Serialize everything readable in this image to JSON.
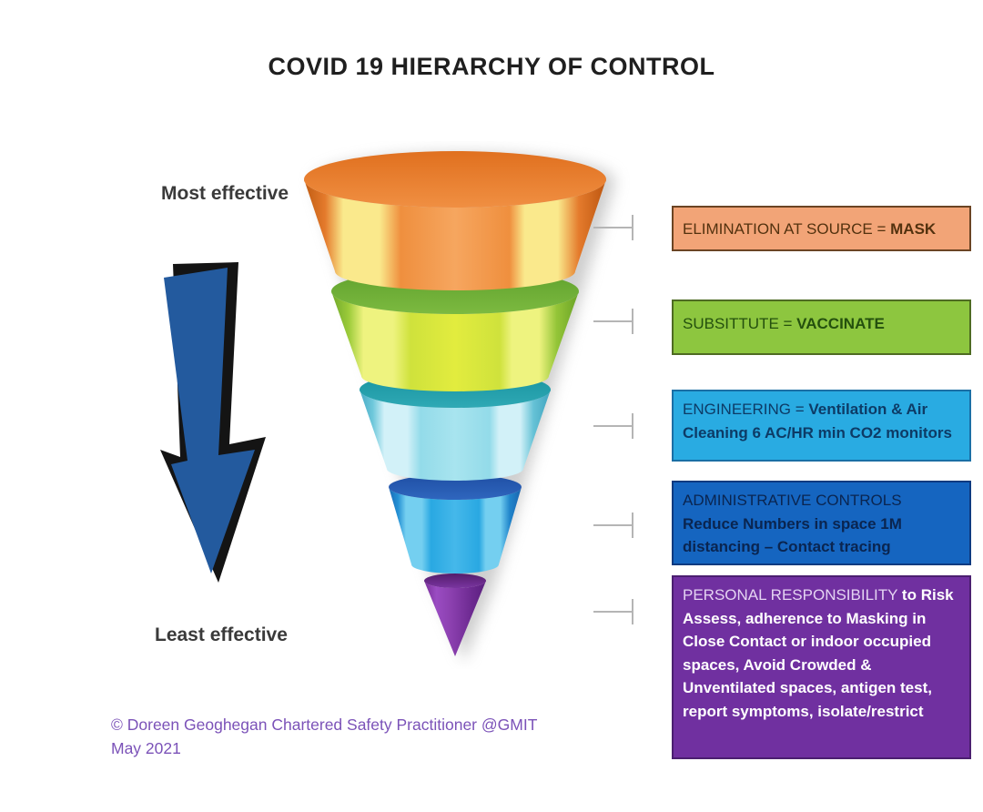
{
  "title": "COVID 19 HIERARCHY OF CONTROL",
  "effectiveness": {
    "most": "Most effective",
    "least": "Least effective",
    "arrow_direction": "down",
    "arrow_color": "#235A9E"
  },
  "funnel": {
    "type": "funnel",
    "tiers": [
      {
        "name": "elimination",
        "color": "#ED7D31"
      },
      {
        "name": "substitution",
        "color": "#C3D93E"
      },
      {
        "name": "engineering",
        "color": "#8FD9E8"
      },
      {
        "name": "administrative-controls",
        "color": "#29A8E2"
      },
      {
        "name": "personal-responsibility",
        "color": "#7030A0"
      }
    ]
  },
  "connector_color": "#B5B5B5",
  "labels": [
    {
      "prefix": "ELIMINATION AT SOURCE = ",
      "bold": "MASK",
      "fill": "#F2A477",
      "border": "#6B4423",
      "text_color": "#53320F"
    },
    {
      "prefix": "SUBSITTUTE = ",
      "bold": "VACCINATE",
      "fill": "#8DC63F",
      "border": "#4E6B22",
      "text_color": "#24500E"
    },
    {
      "prefix": "ENGINEERING = ",
      "bold": "Ventilation & Air Cleaning 6 AC/HR min CO2 monitors",
      "fill": "#29ABE2",
      "border": "#1A6FA5",
      "text_color": "#0D3B66"
    },
    {
      "prefix": "ADMINISTRATIVE CONTROLS ",
      "bold": "Reduce Numbers in space 1M distancing – Contact tracing",
      "fill": "#1565C0",
      "border": "#0D3A80",
      "text_color": "#0A2550"
    },
    {
      "prefix": "PERSONAL RESPONSIBILITY ",
      "bold": "to Risk Assess, adherence to Masking in Close Contact or indoor occupied spaces, Avoid Crowded  & Unventilated spaces, antigen test, report symptoms, isolate/restrict",
      "fill": "#7030A0",
      "border": "#4B1F70",
      "text_color": "#FFFFFF",
      "prefix_color": "#E4D3F2"
    }
  ],
  "footer": {
    "line1": "© Doreen Geoghegan Chartered Safety Practitioner @GMIT",
    "line2": "May 2021",
    "color": "#7B52B8"
  }
}
